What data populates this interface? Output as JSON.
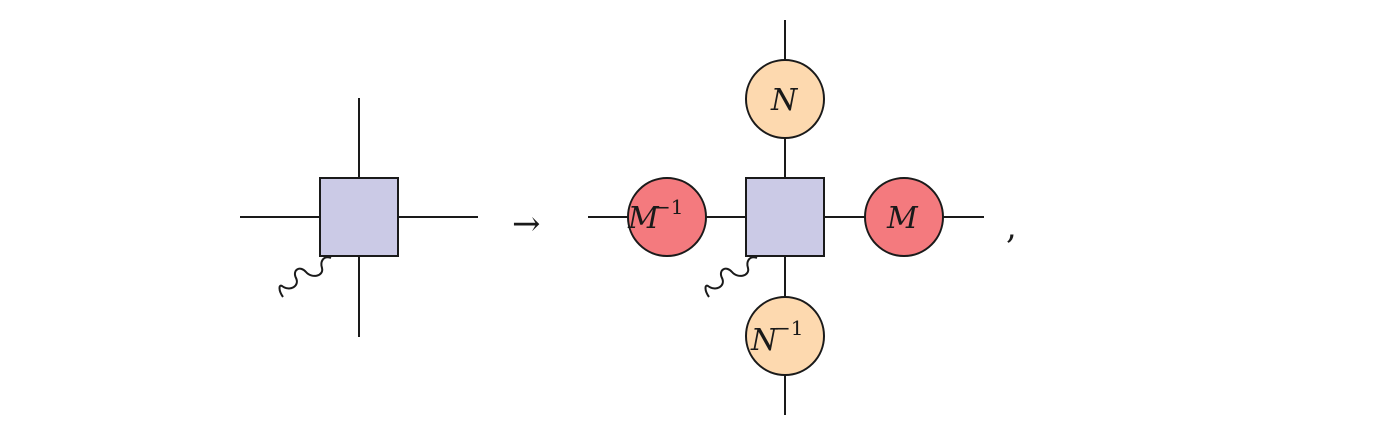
{
  "lhs": {
    "tensor_label": ""
  },
  "arrow": "→",
  "rhs": {
    "left_node": {
      "base": "M",
      "exponent": "−1"
    },
    "right_node": {
      "base": "M"
    },
    "top_node": {
      "base": "N"
    },
    "bottom_node": {
      "base": "N",
      "exponent": "−1"
    }
  },
  "trailing_punctuation": ",",
  "colors": {
    "tensor": "#cbcae6",
    "m_nodes": "#f47a7e",
    "n_nodes": "#fdd9af",
    "lines": "#1a1a1a"
  }
}
